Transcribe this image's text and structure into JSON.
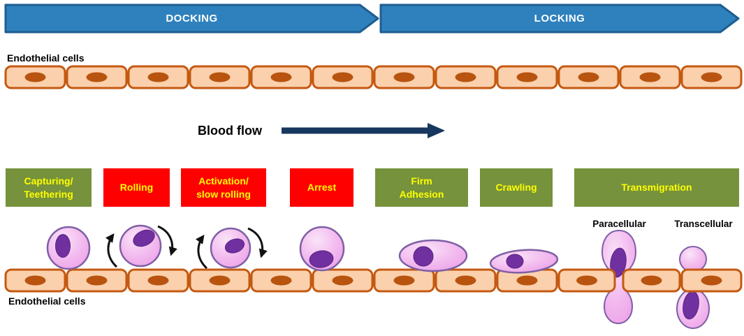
{
  "phases": {
    "docking": "DOCKING",
    "locking": "LOCKING"
  },
  "blood_flow_label": "Blood flow",
  "endothelium": {
    "top_label": "Endothelial cells",
    "bottom_label": "Endothelial cells"
  },
  "stages": [
    {
      "label": "Capturing/\nTeethering",
      "color": "#76923C"
    },
    {
      "label": "Rolling",
      "color": "#FF0000"
    },
    {
      "label": "Activation/\nslow rolling",
      "color": "#FF0000"
    },
    {
      "label": "Arrest",
      "color": "#FF0000"
    },
    {
      "label": "Firm\nAdhesion",
      "color": "#76923C"
    },
    {
      "label": "Crawling",
      "color": "#76923C"
    },
    {
      "label": "Transmigration",
      "color": "#76923C"
    }
  ],
  "transmigration_routes": [
    {
      "label": "Paracellular"
    },
    {
      "label": "Transcellular"
    }
  ],
  "colors": {
    "banner_fill": "#2E81BD",
    "banner_border": "#1E5E91",
    "stage_green": "#76923C",
    "stage_red": "#FF0000",
    "stage_text": "#FFFF00",
    "endothelial_fill": "#FBD0AC",
    "endothelial_border": "#C45911",
    "endothelial_nucleus": "#B8540F",
    "leukocyte_border": "#7E5FA5",
    "leukocyte_nucleus": "#7030A0",
    "blood_flow_arrow": "#17375E"
  }
}
